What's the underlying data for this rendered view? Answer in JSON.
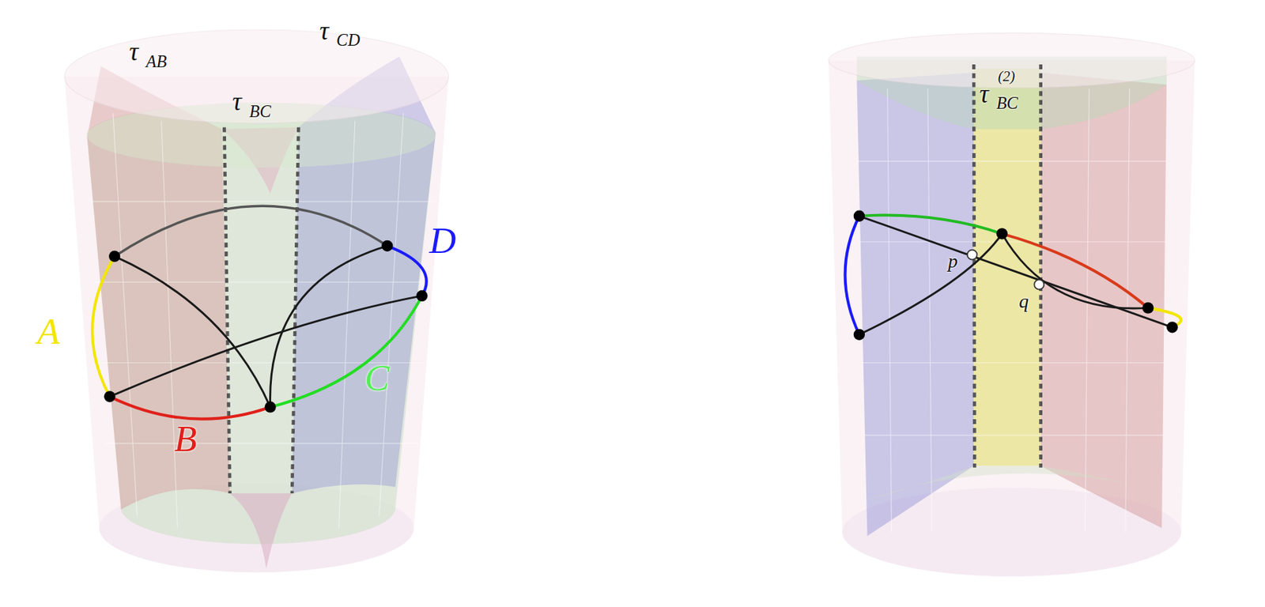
{
  "diagram": {
    "labels": [
      "τ",
      "AB",
      "τ",
      "BC",
      "τ",
      "CD",
      "A",
      "B",
      "C",
      "D",
      "τ",
      "BC",
      "(2)",
      "p",
      "q"
    ]
  }
}
